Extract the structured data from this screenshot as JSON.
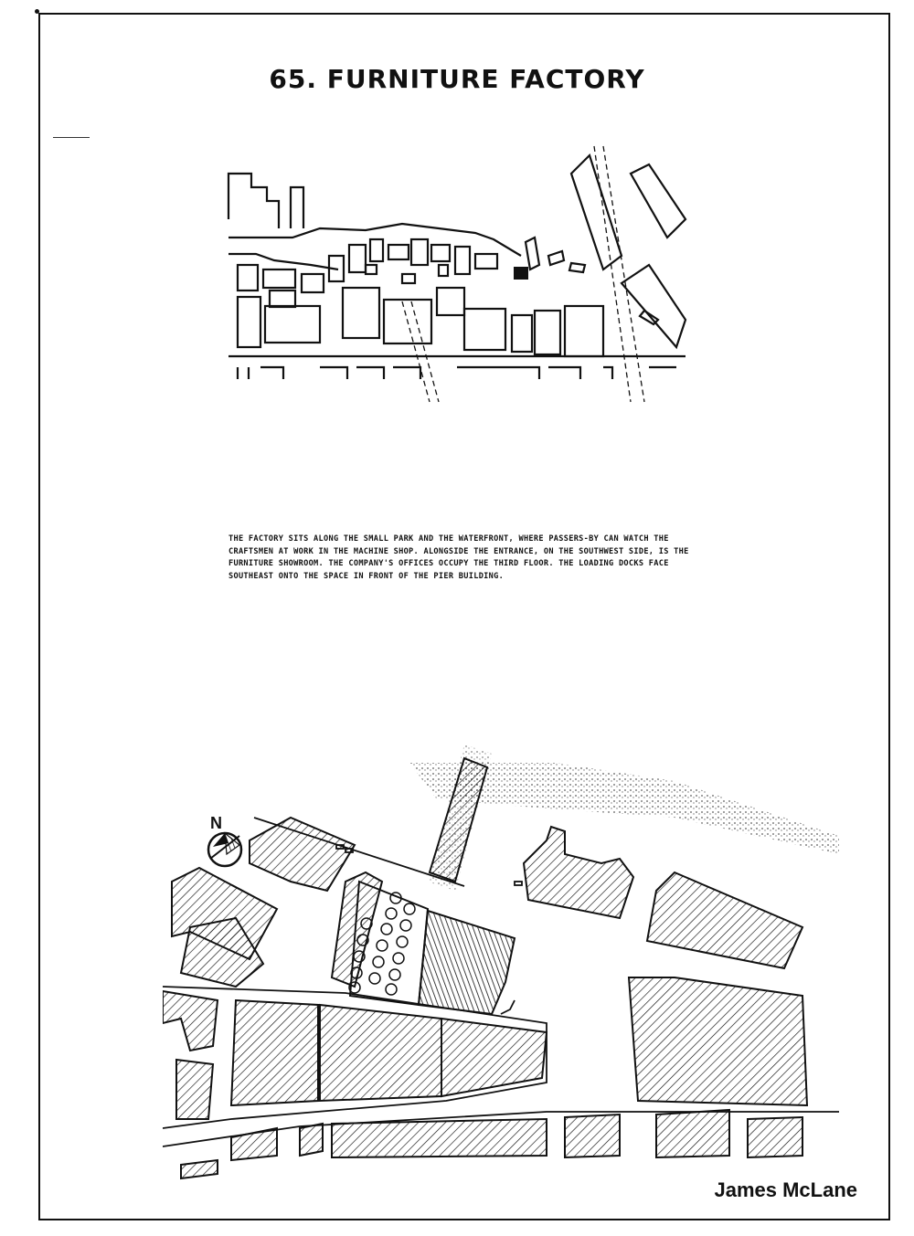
{
  "page": {
    "title": "65. FURNITURE FACTORY",
    "caption": "The factory sits along the small park and the waterfront, where passers-by can watch the craftsmen at work in the machine shop. Alongside the entrance, on the southwest side, is the furniture showroom. The company's offices occupy the third floor. The loading docks face southeast onto the space in front of the pier building.",
    "author": "James McLane"
  },
  "map": {
    "north_label": "N",
    "compass_icon": "north-arrow-icon",
    "highlight_color": "#111111",
    "ink_color": "#111111"
  }
}
